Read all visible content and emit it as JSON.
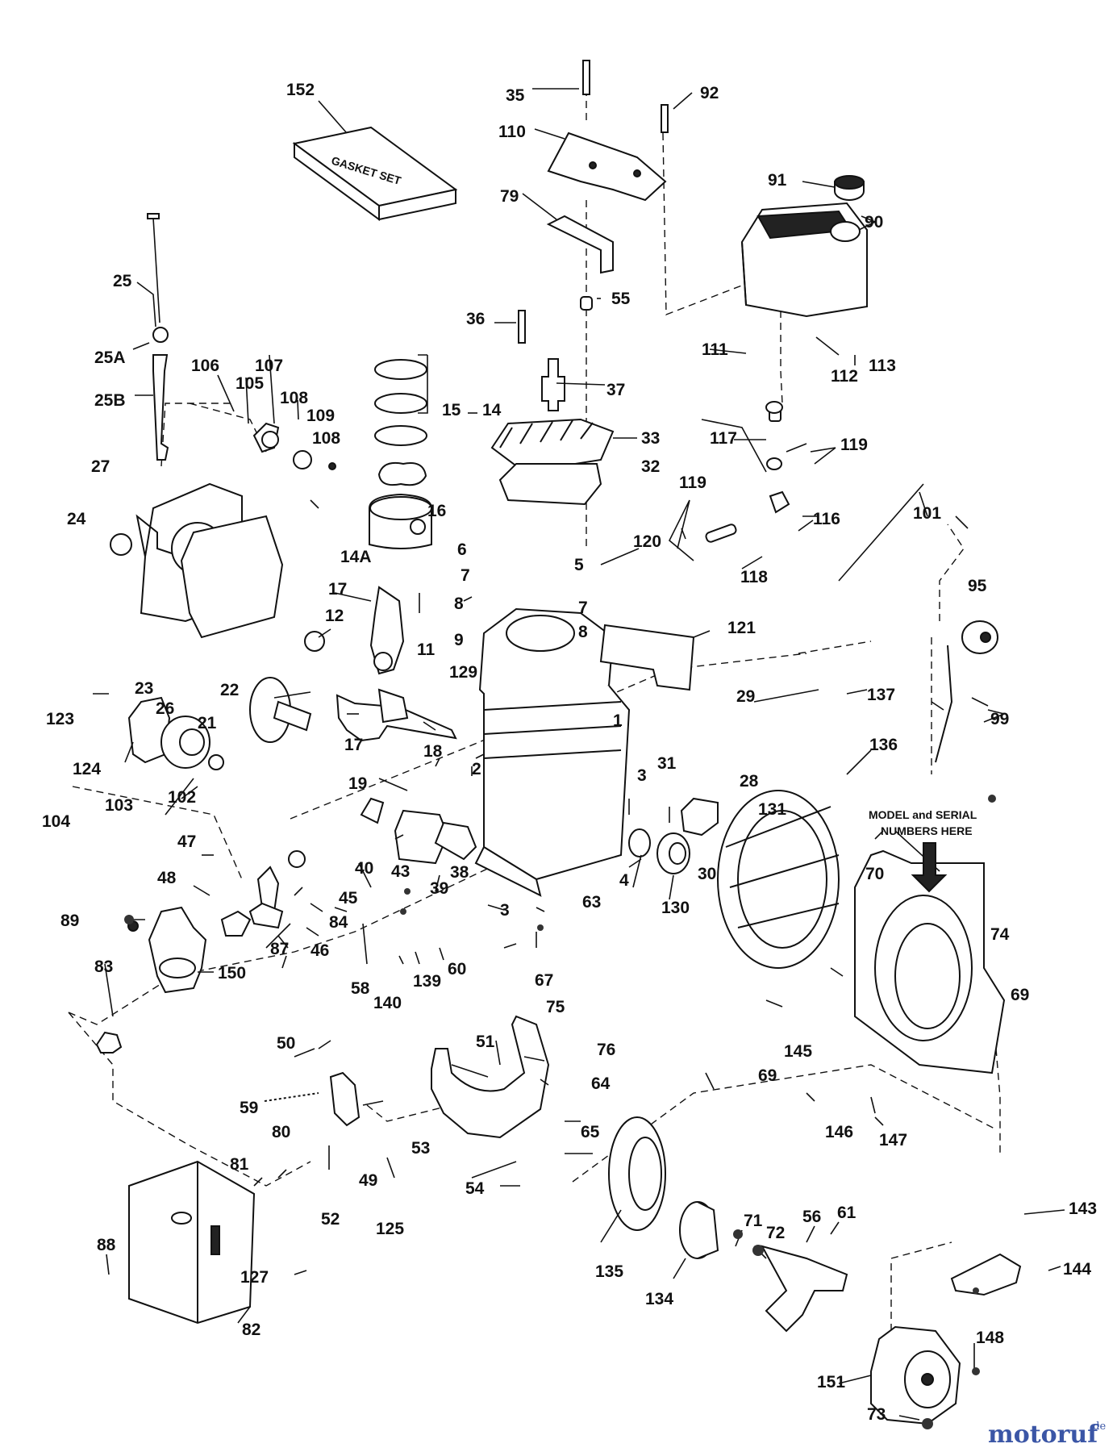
{
  "diagram": {
    "gasket_box_text": "GASKET SET",
    "model_serial_note": [
      "MODEL and SERIAL",
      "NUMBERS HERE"
    ],
    "watermark": {
      "main": "motoruf",
      "suffix": ".de",
      "color": "#3b56a6"
    }
  },
  "labels": [
    {
      "id": "152",
      "text": "152"
    },
    {
      "id": "35",
      "text": "35"
    },
    {
      "id": "92",
      "text": "92"
    },
    {
      "id": "110",
      "text": "110"
    },
    {
      "id": "91",
      "text": "91"
    },
    {
      "id": "90",
      "text": "90"
    },
    {
      "id": "79",
      "text": "79"
    },
    {
      "id": "25",
      "text": "25"
    },
    {
      "id": "55",
      "text": "55"
    },
    {
      "id": "36",
      "text": "36"
    },
    {
      "id": "25A",
      "text": "25A"
    },
    {
      "id": "106",
      "text": "106"
    },
    {
      "id": "107",
      "text": "107"
    },
    {
      "id": "111",
      "text": "111"
    },
    {
      "id": "112",
      "text": "112"
    },
    {
      "id": "113",
      "text": "113"
    },
    {
      "id": "37",
      "text": "37"
    },
    {
      "id": "105",
      "text": "105"
    },
    {
      "id": "108a",
      "text": "108"
    },
    {
      "id": "25B",
      "text": "25B"
    },
    {
      "id": "15",
      "text": "15"
    },
    {
      "id": "14",
      "text": "14"
    },
    {
      "id": "109",
      "text": "109"
    },
    {
      "id": "117",
      "text": "117"
    },
    {
      "id": "119a",
      "text": "119"
    },
    {
      "id": "33",
      "text": "33"
    },
    {
      "id": "108b",
      "text": "108"
    },
    {
      "id": "32",
      "text": "32"
    },
    {
      "id": "27",
      "text": "27"
    },
    {
      "id": "119b",
      "text": "119"
    },
    {
      "id": "101",
      "text": "101"
    },
    {
      "id": "16",
      "text": "16"
    },
    {
      "id": "24",
      "text": "24"
    },
    {
      "id": "116",
      "text": "116"
    },
    {
      "id": "14A",
      "text": "14A"
    },
    {
      "id": "6",
      "text": "6"
    },
    {
      "id": "120",
      "text": "120"
    },
    {
      "id": "5",
      "text": "5"
    },
    {
      "id": "118",
      "text": "118"
    },
    {
      "id": "7a",
      "text": "7"
    },
    {
      "id": "95",
      "text": "95"
    },
    {
      "id": "17a",
      "text": "17"
    },
    {
      "id": "8a",
      "text": "8"
    },
    {
      "id": "7b",
      "text": "7"
    },
    {
      "id": "12",
      "text": "12"
    },
    {
      "id": "9",
      "text": "9"
    },
    {
      "id": "8b",
      "text": "8"
    },
    {
      "id": "121",
      "text": "121"
    },
    {
      "id": "11",
      "text": "11"
    },
    {
      "id": "129",
      "text": "129"
    },
    {
      "id": "23",
      "text": "23"
    },
    {
      "id": "22",
      "text": "22"
    },
    {
      "id": "26",
      "text": "26"
    },
    {
      "id": "29",
      "text": "29"
    },
    {
      "id": "137",
      "text": "137"
    },
    {
      "id": "123",
      "text": "123"
    },
    {
      "id": "1",
      "text": "1"
    },
    {
      "id": "99",
      "text": "99"
    },
    {
      "id": "21",
      "text": "21"
    },
    {
      "id": "136",
      "text": "136"
    },
    {
      "id": "124",
      "text": "124"
    },
    {
      "id": "17b",
      "text": "17"
    },
    {
      "id": "18",
      "text": "18"
    },
    {
      "id": "2",
      "text": "2"
    },
    {
      "id": "3a",
      "text": "3"
    },
    {
      "id": "31",
      "text": "31"
    },
    {
      "id": "28",
      "text": "28"
    },
    {
      "id": "19",
      "text": "19"
    },
    {
      "id": "104",
      "text": "104"
    },
    {
      "id": "103",
      "text": "103"
    },
    {
      "id": "102",
      "text": "102"
    },
    {
      "id": "131",
      "text": "131"
    },
    {
      "id": "47",
      "text": "47"
    },
    {
      "id": "40",
      "text": "40"
    },
    {
      "id": "43",
      "text": "43"
    },
    {
      "id": "38",
      "text": "38"
    },
    {
      "id": "4",
      "text": "4"
    },
    {
      "id": "30",
      "text": "30"
    },
    {
      "id": "70",
      "text": "70"
    },
    {
      "id": "48",
      "text": "48"
    },
    {
      "id": "45",
      "text": "45"
    },
    {
      "id": "39",
      "text": "39"
    },
    {
      "id": "130",
      "text": "130"
    },
    {
      "id": "89",
      "text": "89"
    },
    {
      "id": "84",
      "text": "84"
    },
    {
      "id": "3b",
      "text": "3"
    },
    {
      "id": "63",
      "text": "63"
    },
    {
      "id": "74",
      "text": "74"
    },
    {
      "id": "87",
      "text": "87"
    },
    {
      "id": "46",
      "text": "46"
    },
    {
      "id": "83",
      "text": "83"
    },
    {
      "id": "150",
      "text": "150"
    },
    {
      "id": "58",
      "text": "58"
    },
    {
      "id": "139",
      "text": "139"
    },
    {
      "id": "60",
      "text": "60"
    },
    {
      "id": "67",
      "text": "67"
    },
    {
      "id": "69a",
      "text": "69"
    },
    {
      "id": "140",
      "text": "140"
    },
    {
      "id": "75",
      "text": "75"
    },
    {
      "id": "76",
      "text": "76"
    },
    {
      "id": "51",
      "text": "51"
    },
    {
      "id": "50",
      "text": "50"
    },
    {
      "id": "145",
      "text": "145"
    },
    {
      "id": "64",
      "text": "64"
    },
    {
      "id": "69b",
      "text": "69"
    },
    {
      "id": "59",
      "text": "59"
    },
    {
      "id": "80",
      "text": "80"
    },
    {
      "id": "146",
      "text": "146"
    },
    {
      "id": "147",
      "text": "147"
    },
    {
      "id": "65",
      "text": "65"
    },
    {
      "id": "53",
      "text": "53"
    },
    {
      "id": "81",
      "text": "81"
    },
    {
      "id": "54",
      "text": "54"
    },
    {
      "id": "49",
      "text": "49"
    },
    {
      "id": "52",
      "text": "52"
    },
    {
      "id": "125",
      "text": "125"
    },
    {
      "id": "56",
      "text": "56"
    },
    {
      "id": "61",
      "text": "61"
    },
    {
      "id": "143",
      "text": "143"
    },
    {
      "id": "71",
      "text": "71"
    },
    {
      "id": "72",
      "text": "72"
    },
    {
      "id": "88",
      "text": "88"
    },
    {
      "id": "127",
      "text": "127"
    },
    {
      "id": "135",
      "text": "135"
    },
    {
      "id": "144",
      "text": "144"
    },
    {
      "id": "134",
      "text": "134"
    },
    {
      "id": "82",
      "text": "82"
    },
    {
      "id": "148",
      "text": "148"
    },
    {
      "id": "151",
      "text": "151"
    },
    {
      "id": "73",
      "text": "73"
    }
  ]
}
